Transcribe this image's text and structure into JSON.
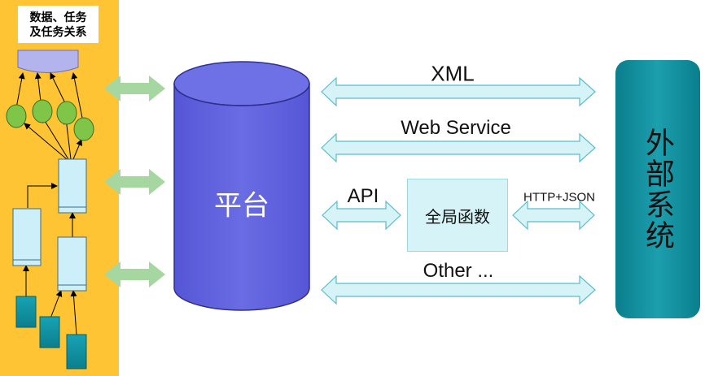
{
  "left_panel": {
    "title_line1": "数据、任务",
    "title_line2": "及任务关系"
  },
  "platform": {
    "label": "平台"
  },
  "connections": {
    "xml": "XML",
    "web_service": "Web Service",
    "api": "API",
    "global_function": "全局函数",
    "http_json": "HTTP+JSON",
    "other": "Other ..."
  },
  "external_system": {
    "label": "外部系统"
  },
  "colors": {
    "panel_yellow": "#ffc433",
    "cylinder_blue": "#6668e0",
    "arrow_light_blue": "#d6f4f7",
    "arrow_green": "#a6d7a0",
    "external_teal": "#0a8a9a",
    "node_green": "#7ec548",
    "box_navy_teal": "#0f8fa0",
    "doc_lavender": "#b3b3ee"
  }
}
